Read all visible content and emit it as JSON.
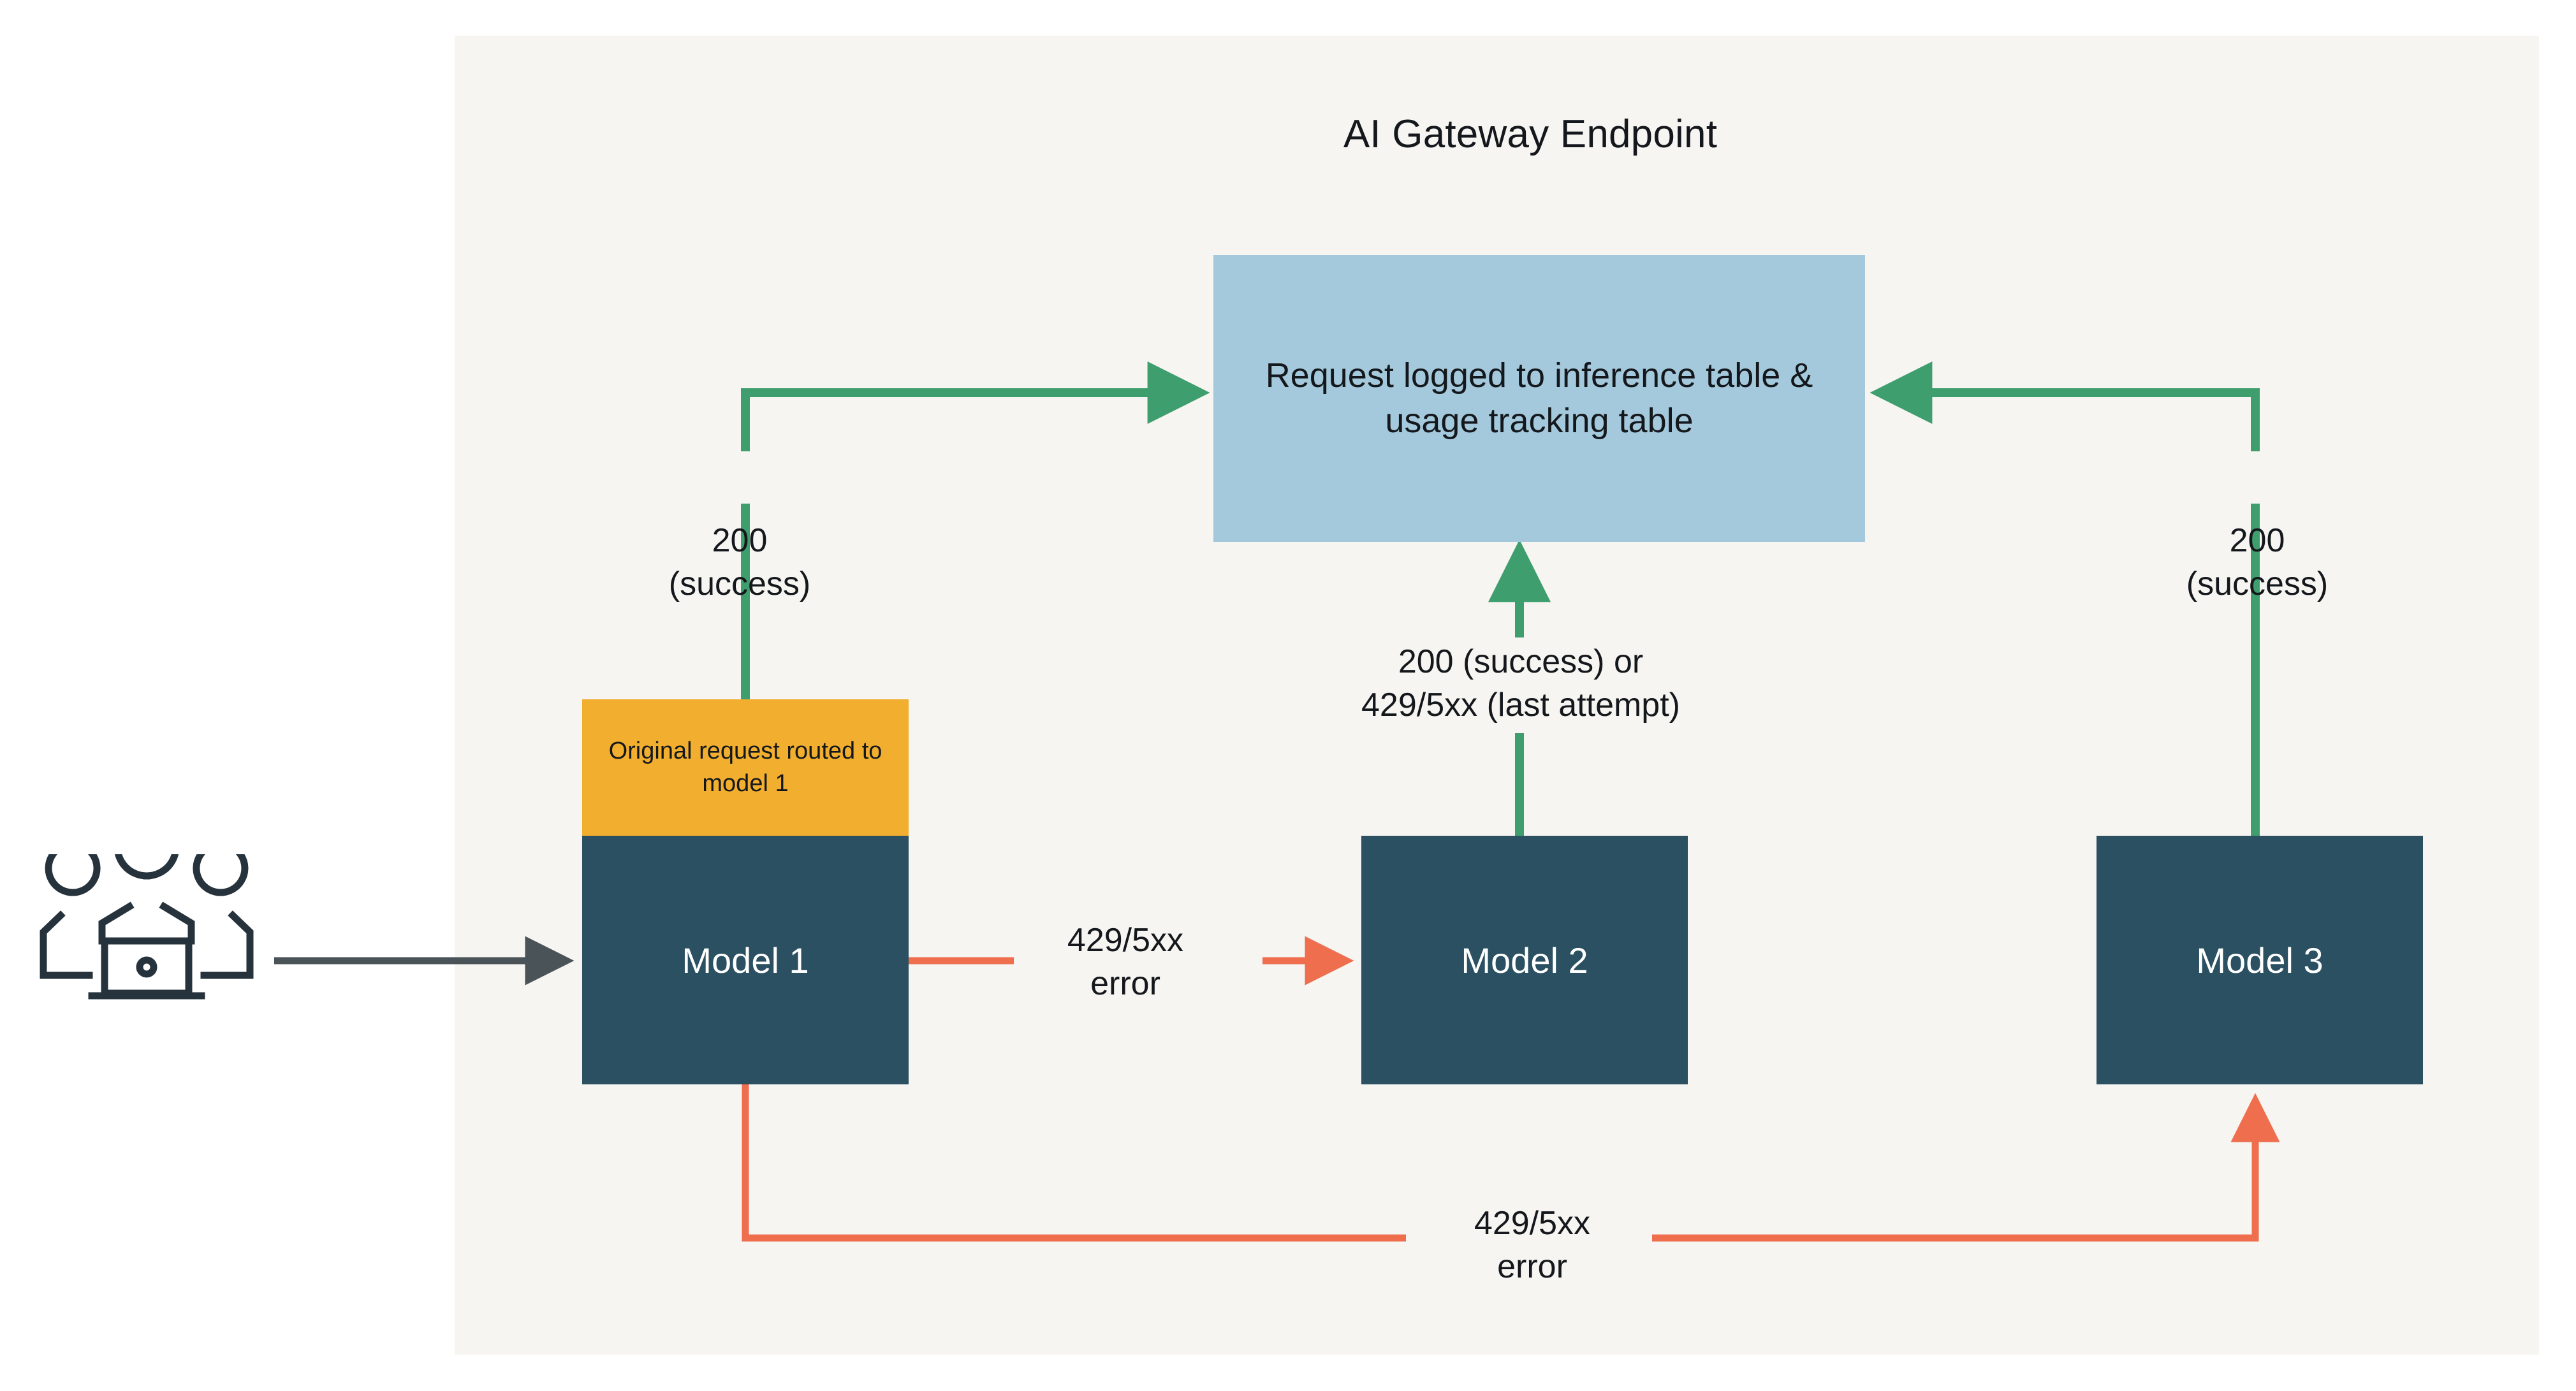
{
  "diagram": {
    "title": "AI Gateway Endpoint",
    "colors": {
      "panel_background": "#F7F5F1",
      "page_background": "#FFFFFF",
      "model_box": "#2A5062",
      "routed_banner": "#F2AE2E",
      "log_box": "#A5C9DC",
      "success_arrow": "#3F9E6E",
      "error_arrow": "#EE6E4E",
      "user_arrow": "#4A5358",
      "text_dark": "#14181C",
      "text_light": "#FFFFFF"
    },
    "nodes": {
      "users": {
        "icon": "users-at-laptop-icon",
        "label": ""
      },
      "log_table": {
        "label": "Request logged to inference table & usage tracking table"
      },
      "routed_banner": {
        "label": "Original request routed to model 1"
      },
      "model1": {
        "label": "Model 1"
      },
      "model2": {
        "label": "Model 2"
      },
      "model3": {
        "label": "Model 3"
      }
    },
    "edge_labels": {
      "model1_success": "200\n(success)",
      "model3_success": "200\n(success)",
      "model2_result": "200 (success) or\n429/5xx (last attempt)",
      "model1_to_model2_error": "429/5xx\nerror",
      "model1_to_model3_error": "429/5xx\nerror"
    },
    "edges": [
      {
        "from": "users",
        "to": "model1",
        "kind": "request",
        "color": "#4A5358"
      },
      {
        "from": "model1",
        "to": "log_table",
        "kind": "success",
        "color": "#3F9E6E",
        "label": "200 (success)"
      },
      {
        "from": "model2",
        "to": "log_table",
        "kind": "success-or-error",
        "color": "#3F9E6E",
        "label": "200 (success) or 429/5xx (last attempt)"
      },
      {
        "from": "model3",
        "to": "log_table",
        "kind": "success",
        "color": "#3F9E6E",
        "label": "200 (success)"
      },
      {
        "from": "model1",
        "to": "model2",
        "kind": "error",
        "color": "#EE6E4E",
        "label": "429/5xx error"
      },
      {
        "from": "model1",
        "to": "model3",
        "kind": "error",
        "color": "#EE6E4E",
        "label": "429/5xx error"
      }
    ]
  }
}
